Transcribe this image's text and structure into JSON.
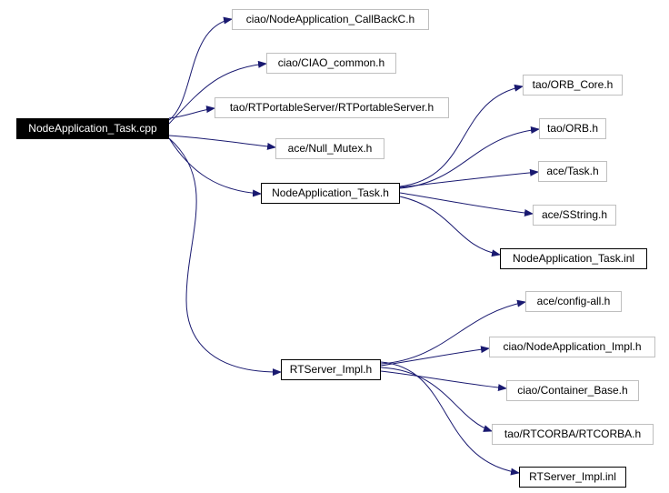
{
  "graph": {
    "root": {
      "id": "root",
      "label": "NodeApplication_Task.cpp"
    },
    "nodes": [
      {
        "id": "n_cb",
        "label": "ciao/NodeApplication_CallBackC.h",
        "kind": "external"
      },
      {
        "id": "n_common",
        "label": "ciao/CIAO_common.h",
        "kind": "external"
      },
      {
        "id": "n_rtps",
        "label": "tao/RTPortableServer/RTPortableServer.h",
        "kind": "external"
      },
      {
        "id": "n_mutex",
        "label": "ace/Null_Mutex.h",
        "kind": "external"
      },
      {
        "id": "n_task",
        "label": "NodeApplication_Task.h",
        "kind": "local"
      },
      {
        "id": "n_orbcore",
        "label": "tao/ORB_Core.h",
        "kind": "external"
      },
      {
        "id": "n_orb",
        "label": "tao/ORB.h",
        "kind": "external"
      },
      {
        "id": "n_acetask",
        "label": "ace/Task.h",
        "kind": "external"
      },
      {
        "id": "n_sstring",
        "label": "ace/SString.h",
        "kind": "external"
      },
      {
        "id": "n_taskinl",
        "label": "NodeApplication_Task.inl",
        "kind": "local"
      },
      {
        "id": "n_config",
        "label": "ace/config-all.h",
        "kind": "external"
      },
      {
        "id": "n_naimpl",
        "label": "ciao/NodeApplication_Impl.h",
        "kind": "external"
      },
      {
        "id": "n_cbase",
        "label": "ciao/Container_Base.h",
        "kind": "external"
      },
      {
        "id": "n_rtcorba",
        "label": "tao/RTCORBA/RTCORBA.h",
        "kind": "external"
      },
      {
        "id": "n_rtimpl",
        "label": "RTServer_Impl.h",
        "kind": "local"
      },
      {
        "id": "n_rtinl",
        "label": "RTServer_Impl.inl",
        "kind": "local"
      }
    ],
    "edges": [
      {
        "from": "root",
        "to": "n_cb"
      },
      {
        "from": "root",
        "to": "n_common"
      },
      {
        "from": "root",
        "to": "n_rtps"
      },
      {
        "from": "root",
        "to": "n_mutex"
      },
      {
        "from": "root",
        "to": "n_task"
      },
      {
        "from": "root",
        "to": "n_rtimpl"
      },
      {
        "from": "n_task",
        "to": "n_orbcore"
      },
      {
        "from": "n_task",
        "to": "n_orb"
      },
      {
        "from": "n_task",
        "to": "n_acetask"
      },
      {
        "from": "n_task",
        "to": "n_sstring"
      },
      {
        "from": "n_task",
        "to": "n_taskinl"
      },
      {
        "from": "n_rtimpl",
        "to": "n_config"
      },
      {
        "from": "n_rtimpl",
        "to": "n_naimpl"
      },
      {
        "from": "n_rtimpl",
        "to": "n_cbase"
      },
      {
        "from": "n_rtimpl",
        "to": "n_rtcorba"
      },
      {
        "from": "n_rtimpl",
        "to": "n_rtinl"
      }
    ],
    "colors": {
      "edge": "#191970",
      "external_border": "#bfbfbf",
      "local_border": "#000000",
      "root_fill": "#000000",
      "root_text": "#ffffff"
    }
  }
}
